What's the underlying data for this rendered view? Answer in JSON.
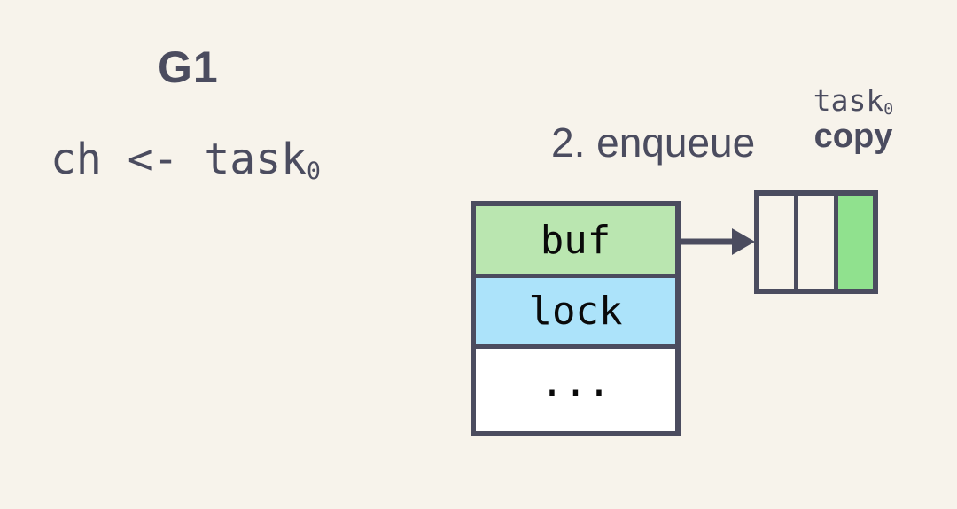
{
  "colors": {
    "bg": "#f7f3eb",
    "slate": "#4b4c5f",
    "green_light": "#bae6b0",
    "green_bright": "#90e18e",
    "blue_light": "#ace3fa",
    "white": "#ffffff",
    "black": "#0a0a0a"
  },
  "goroutine": {
    "title": "G1",
    "code_base": "ch <- task",
    "code_sub": "0"
  },
  "annotation": {
    "step": "2. enqueue",
    "slot_base": "task",
    "slot_sub": "0",
    "slot_emphasis": "copy"
  },
  "channel_struct": {
    "fields": [
      {
        "name": "buf",
        "fill": "green_light"
      },
      {
        "name": "lock",
        "fill": "blue_light"
      },
      {
        "name": "...",
        "fill": "white"
      }
    ]
  },
  "buffer_array": {
    "cells": [
      {
        "filled": false
      },
      {
        "filled": false
      },
      {
        "filled": true
      }
    ]
  }
}
